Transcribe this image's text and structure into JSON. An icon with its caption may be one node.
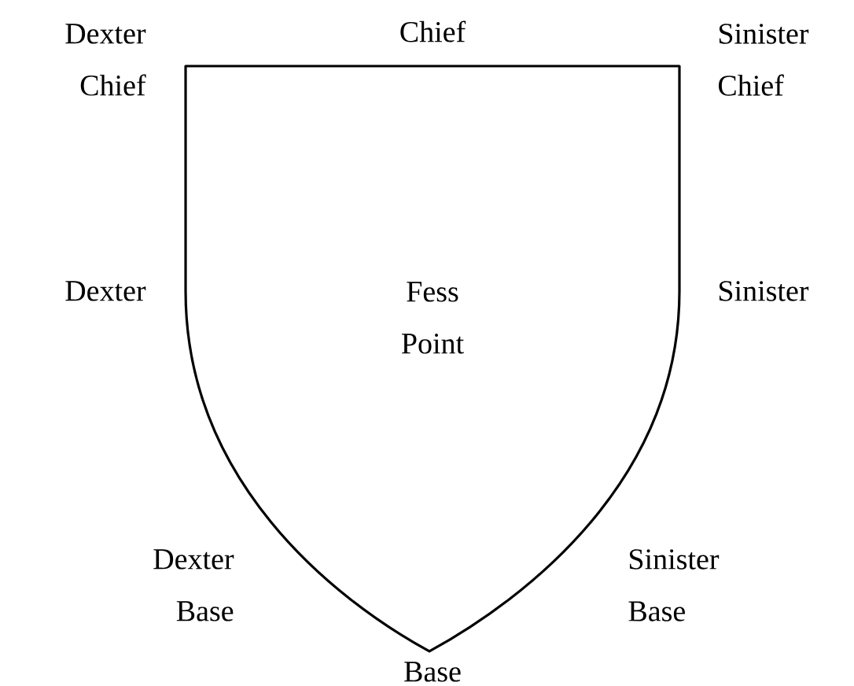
{
  "diagram": {
    "nodes": [
      {
        "text": [
          "Fess Point"
        ]
      }
    ],
    "labels": [
      "Dexter Chief",
      "Chief",
      "Sinister Chief",
      "Dexter",
      "Sinister",
      "Dexter Base",
      "Sinister Base",
      "Base"
    ]
  }
}
